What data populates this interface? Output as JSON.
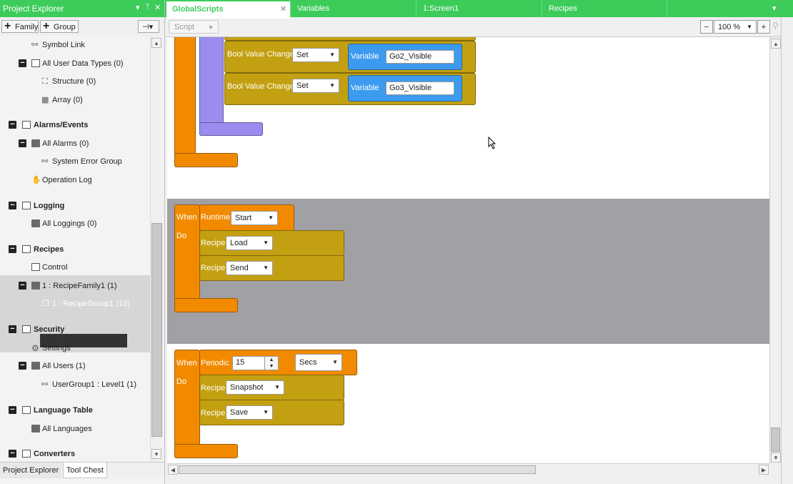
{
  "left_panel": {
    "title": "Project Explorer",
    "title_controls": [
      "▾",
      "ᛘ",
      "✕"
    ],
    "toolbar": {
      "family_label": "Family",
      "group_label": "Group",
      "pin_label": "⊣▾"
    },
    "tree": {
      "symbol_link": "Symbol Link",
      "all_user_data_types": "All User Data Types (0)",
      "structure": "Structure (0)",
      "array": "Array (0)",
      "alarms_events": "Alarms/Events",
      "all_alarms": "All Alarms (0)",
      "system_error_group": "System Error Group",
      "operation_log": "Operation Log",
      "logging": "Logging",
      "all_loggings": "All Loggings (0)",
      "recipes": "Recipes",
      "control": "Control",
      "recipe_family": "1 : RecipeFamily1 (1)",
      "recipe_group": "1 : RecipeGroup1 (10)",
      "security": "Security",
      "settings": "Settings",
      "all_users": "All Users (1)",
      "user_group": "UserGroup1 : Level1 (1)",
      "language_table": "Language Table",
      "all_languages": "All Languages",
      "converters": "Converters"
    },
    "bottom_tabs": {
      "project_explorer": "Project Explorer",
      "tool_chest": "Tool Chest"
    }
  },
  "doc_tabs": {
    "global_scripts": "GlobalScripts",
    "variables": "Variables",
    "screen1": "1:Screen1",
    "recipes": "Recipes",
    "close": "✕",
    "menu": "▾"
  },
  "doc_toolbar": {
    "script_label": "Script",
    "zoom": "100 %",
    "minus": "−",
    "plus": "+"
  },
  "script1": {
    "bool1_label": "Bool Value Change",
    "bool1_action": "Set",
    "bool1_var_label": "Variable",
    "bool1_var": "Go2_Visible",
    "bool2_label": "Bool Value Change",
    "bool2_action": "Set",
    "bool2_var_label": "Variable",
    "bool2_var": "Go3_Visible"
  },
  "script2": {
    "when": "When",
    "do": "Do",
    "trigger": "Runtime",
    "trigger_value": "Start",
    "recipe1_label": "Recipe",
    "recipe1_action": "Load",
    "recipe2_label": "Recipe",
    "recipe2_action": "Send"
  },
  "script3": {
    "when": "When",
    "do": "Do",
    "trigger": "Periodic",
    "period": "15",
    "unit": "Secs",
    "recipe1_label": "Recipe",
    "recipe1_action": "Snapshot",
    "recipe2_label": "Recipe",
    "recipe2_action": "Save"
  },
  "colors": {
    "accent": "#3dcb5a",
    "event": "#f28a00",
    "action": "#c3a011",
    "variable": "#3d9bef",
    "logic": "#9b8cf0"
  }
}
